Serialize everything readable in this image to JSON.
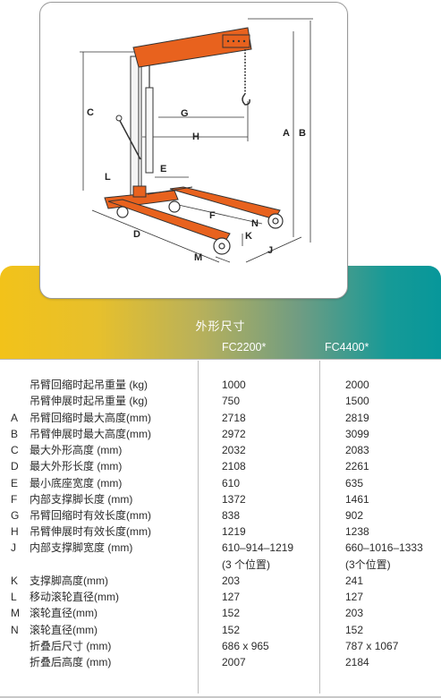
{
  "diagram": {
    "dimension_letters": [
      "A",
      "B",
      "C",
      "D",
      "E",
      "F",
      "G",
      "H",
      "J",
      "K",
      "L",
      "M",
      "N"
    ]
  },
  "header": {
    "title": "外形尺寸",
    "models": [
      "FC2200*",
      "FC4400*"
    ]
  },
  "colors": {
    "accent_yellow": "#f2c21a",
    "accent_teal": "#07979a",
    "crane_orange": "#e8621e"
  },
  "rows": [
    {
      "letter": "",
      "label": "吊臂回缩时起吊重量 (kg)",
      "fc2200": "1000",
      "fc4400": "2000"
    },
    {
      "letter": "",
      "label": "吊臂伸展时起吊重量 (kg)",
      "fc2200": "750",
      "fc4400": "1500"
    },
    {
      "letter": "A",
      "label": "吊臂回缩时最大高度(mm)",
      "fc2200": "2718",
      "fc4400": "2819"
    },
    {
      "letter": "B",
      "label": "吊臂伸展时最大高度(mm)",
      "fc2200": "2972",
      "fc4400": "3099"
    },
    {
      "letter": "C",
      "label": "最大外形高度 (mm)",
      "fc2200": "2032",
      "fc4400": "2083"
    },
    {
      "letter": "D",
      "label": "最大外形长度 (mm)",
      "fc2200": "2108",
      "fc4400": "2261"
    },
    {
      "letter": "E",
      "label": "最小底座宽度 (mm)",
      "fc2200": "610",
      "fc4400": "635"
    },
    {
      "letter": "F",
      "label": "内部支撑脚长度 (mm)",
      "fc2200": "1372",
      "fc4400": "1461"
    },
    {
      "letter": "G",
      "label": "吊臂回缩时有效长度(mm)",
      "fc2200": "838",
      "fc4400": "902"
    },
    {
      "letter": "H",
      "label": "吊臂伸展时有效长度(mm)",
      "fc2200": "1219",
      "fc4400": "1238"
    },
    {
      "letter": "J",
      "label": "内部支撑脚宽度 (mm)",
      "fc2200": "610–914–1219",
      "fc4400": "660–1016–1333"
    },
    {
      "letter": "",
      "label": "",
      "fc2200": "(3 个位置)",
      "fc4400": "(3个位置)"
    },
    {
      "letter": "K",
      "label": "支撑脚高度(mm)",
      "fc2200": "203",
      "fc4400": "241"
    },
    {
      "letter": "L",
      "label": "移动滚轮直径(mm)",
      "fc2200": "127",
      "fc4400": "127"
    },
    {
      "letter": "M",
      "label": "滚轮直径(mm)",
      "fc2200": "152",
      "fc4400": "203"
    },
    {
      "letter": "N",
      "label": "滚轮直径(mm)",
      "fc2200": "152",
      "fc4400": "152"
    },
    {
      "letter": "",
      "label": "折叠后尺寸 (mm)",
      "fc2200": "686 x 965",
      "fc4400": "787 x 1067"
    },
    {
      "letter": "",
      "label": "折叠后高度 (mm)",
      "fc2200": "2007",
      "fc4400": "2184"
    }
  ]
}
